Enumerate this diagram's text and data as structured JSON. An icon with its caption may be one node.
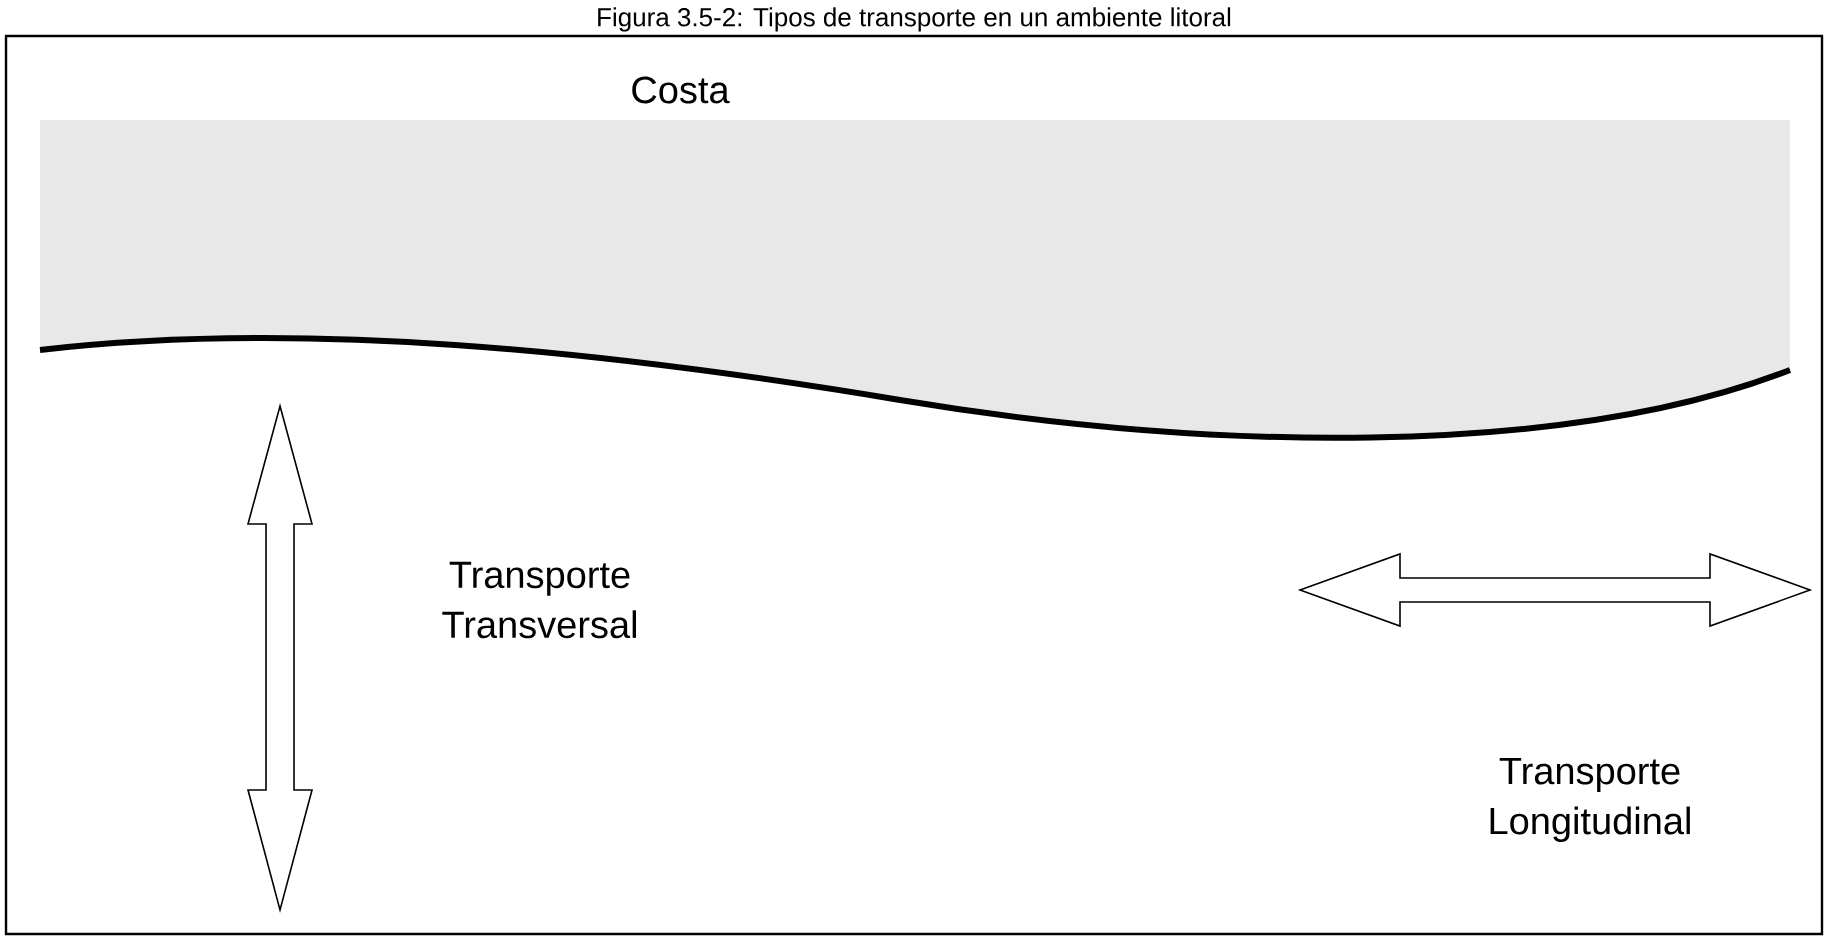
{
  "diagram": {
    "title": "Figura 3.5-2: Tipos de transporte en un ambiente litoral",
    "labels": [
      "Costa",
      "Transporte Transversal",
      "Transporte Longitudinal"
    ]
  }
}
